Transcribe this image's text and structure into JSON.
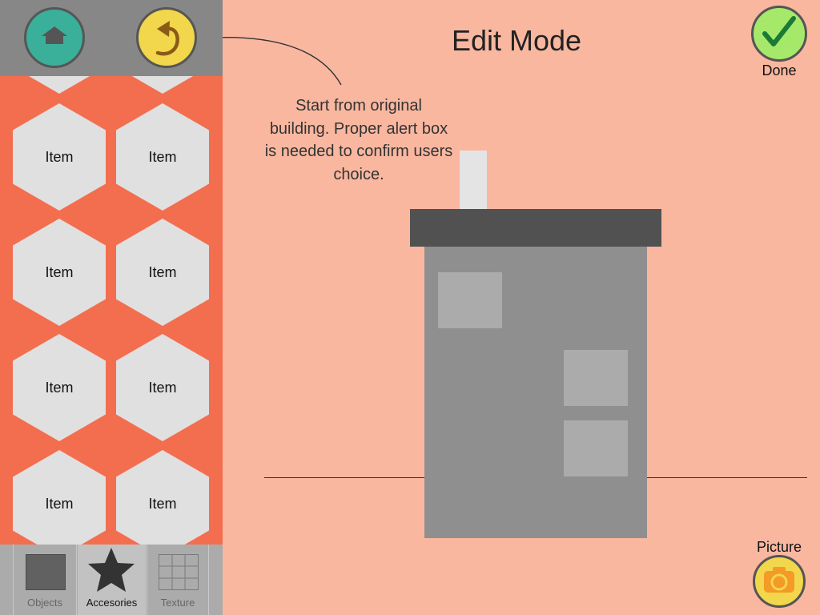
{
  "header": {
    "title": "Edit Mode",
    "done_label": "Done"
  },
  "toolbar": {
    "home_icon": "home-icon",
    "undo_icon": "undo-icon"
  },
  "annotation": {
    "text": "Start from original building. Proper alert box is needed to confirm users choice."
  },
  "items": [
    {
      "label": ""
    },
    {
      "label": ""
    },
    {
      "label": "Item"
    },
    {
      "label": "Item"
    },
    {
      "label": "Item"
    },
    {
      "label": "Item"
    },
    {
      "label": "Item"
    },
    {
      "label": "Item"
    },
    {
      "label": "Item"
    },
    {
      "label": "Item"
    }
  ],
  "tabs": [
    {
      "label": "Objects",
      "icon": "square-icon",
      "selected": false
    },
    {
      "label": "Accesories",
      "icon": "star-icon",
      "selected": true
    },
    {
      "label": "Texture",
      "icon": "grid-icon",
      "selected": false
    }
  ],
  "picture": {
    "label": "Picture",
    "icon": "camera-icon"
  },
  "colors": {
    "canvas_bg": "#f9b7a0",
    "sidebar_bg": "#f36e4f",
    "home_button": "#3ab09a",
    "undo_button": "#f2d64b",
    "done_button": "#a6e96a",
    "picture_button": "#f2d64b",
    "camera_body": "#f49a26"
  }
}
